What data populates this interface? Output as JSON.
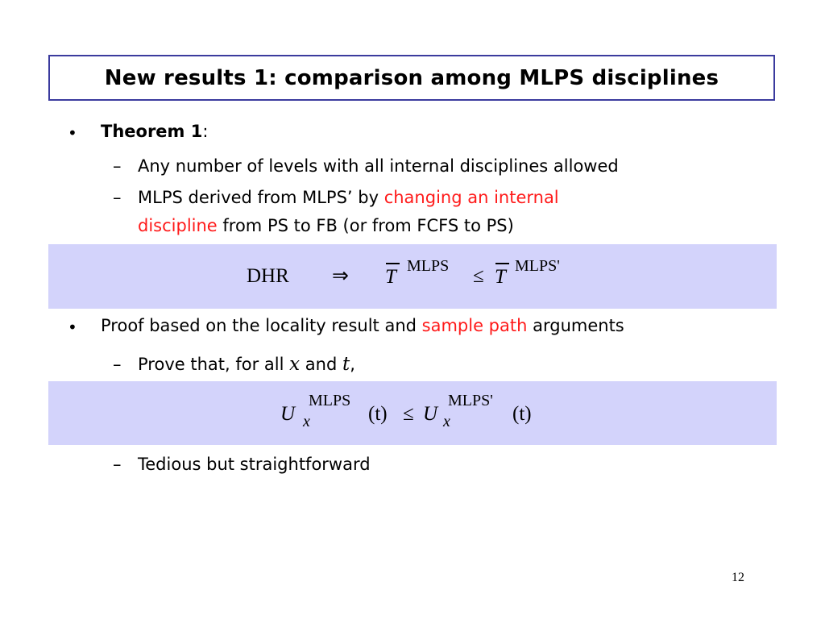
{
  "title": "New results 1: comparison among MLPS disciplines",
  "bullets": {
    "theorem_label": "Theorem 1",
    "theorem_colon": ":",
    "sub1": "Any number of levels with all internal disciplines allowed",
    "sub2_part1": "MLPS derived from MLPS’ by ",
    "sub2_red1": "changing an internal",
    "sub2_red2": "discipline",
    "sub2_part2": " from PS to FB (or from FCFS to PS)",
    "proof_part1": "Proof based on the locality result and ",
    "proof_red": "sample path",
    "proof_part2": " arguments",
    "prove_part1": "Prove that, for all ",
    "prove_x": "x",
    "prove_and": " and ",
    "prove_t": "t",
    "prove_comma": ",",
    "tedious": "Tedious but straightforward"
  },
  "formula1": {
    "dhr": "DHR",
    "implies": "⇒",
    "t_left": "T",
    "sup_left": "MLPS",
    "leq": "≤",
    "t_right": "T",
    "sup_right": "MLPS'"
  },
  "formula2": {
    "u_left": "U",
    "sup_left": "MLPS",
    "sub_left": "x",
    "arg_left": "(t)",
    "leq": "≤",
    "u_right": "U",
    "sup_right": "MLPS'",
    "sub_right": "x",
    "arg_right": "(t)"
  },
  "bullet_symbol": "•",
  "dash_symbol": "–",
  "page_number": "12",
  "colors": {
    "title_border": "#3b3b9e",
    "highlight_band": "#d3d3fb",
    "emphasis_red": "#ff1a1a"
  }
}
